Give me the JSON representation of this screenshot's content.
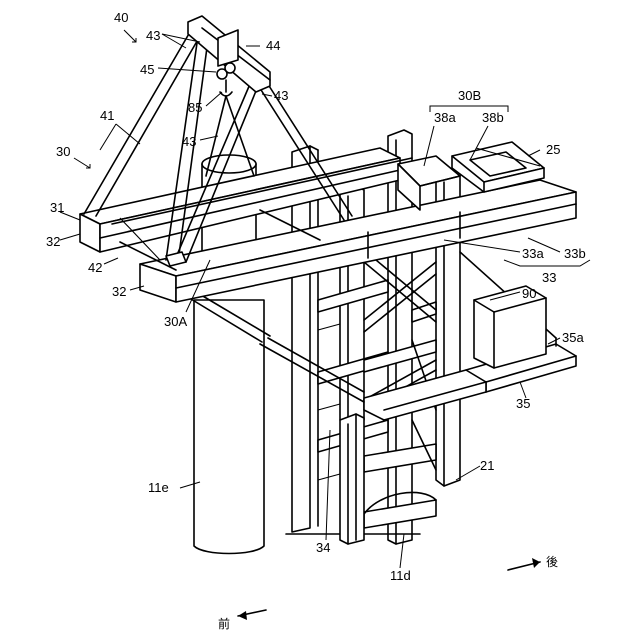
{
  "labels": {
    "l40": "40",
    "l43a": "43",
    "l44": "44",
    "l45": "45",
    "l85": "85",
    "l43b": "43",
    "l43c": "43",
    "l41": "41",
    "l30": "30",
    "l31": "31",
    "l32a": "32",
    "l42": "42",
    "l32b": "32",
    "l30A": "30A",
    "l30B": "30B",
    "l38a": "38a",
    "l38b": "38b",
    "l25": "25",
    "l33a": "33a",
    "l33b": "33b",
    "l33": "33",
    "l90": "90",
    "l35a": "35a",
    "l35": "35",
    "l21": "21",
    "l11e": "11e",
    "l34": "34",
    "l11d": "11d"
  },
  "directions": {
    "rear": "後",
    "front": "前"
  }
}
